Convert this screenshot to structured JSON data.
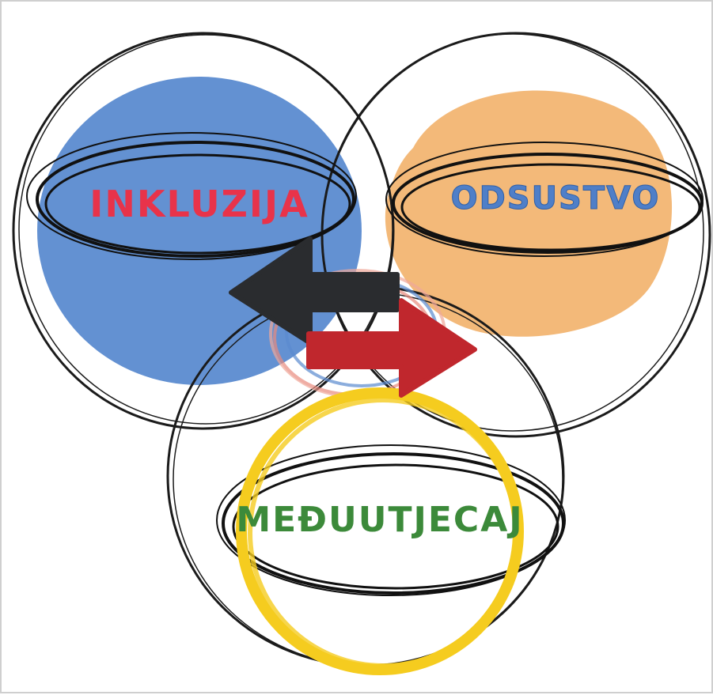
{
  "diagram": {
    "labels": {
      "inkluzija": "INKLUZIJA",
      "odsustvo": "ODSUSTVO",
      "meduutjecaj": "MEĐUUTJECAJ"
    },
    "colors": {
      "inkluzija_fill": "#5b8bd0",
      "inkluzija_text": "#e8334a",
      "odsustvo_fill": "#f2b36e",
      "odsustvo_text": "#4f7fc8",
      "meduutjecaj_ring": "#f5cc1f",
      "meduutjecaj_text": "#3c8a3a",
      "arrow_left": "#2a2c2f",
      "arrow_right": "#c0272d",
      "outline": "#1b1b1b"
    }
  }
}
